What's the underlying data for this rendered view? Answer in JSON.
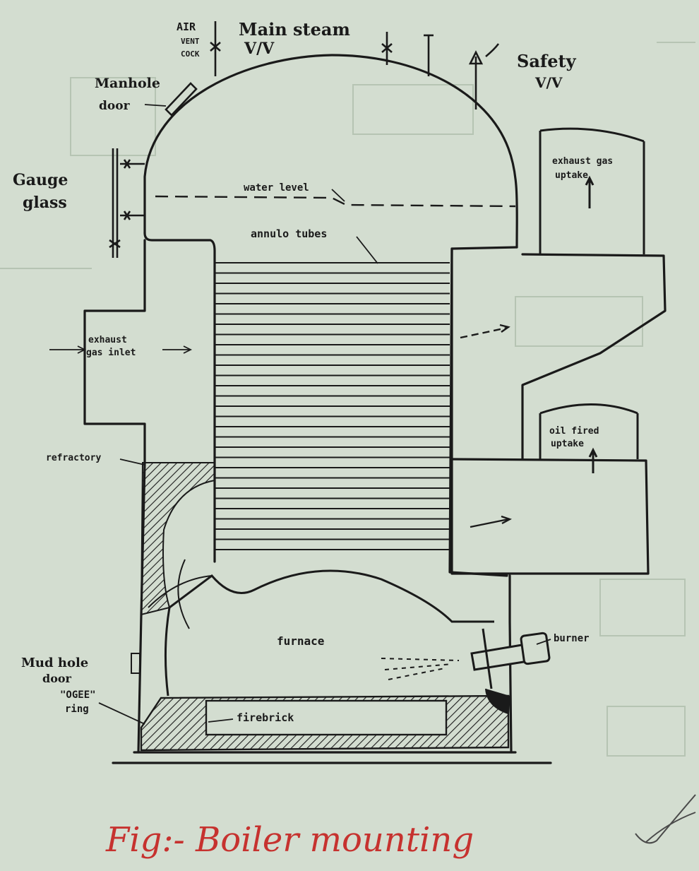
{
  "figure": {
    "caption": "Fig:- Boiler mounting"
  },
  "labels": {
    "air_vent_cock": [
      "AIR",
      "VENT",
      "COCK"
    ],
    "main_steam": [
      "Main steam",
      "V/V"
    ],
    "safety": [
      "Safety",
      "V/V"
    ],
    "manhole_door": [
      "Manhole",
      "door"
    ],
    "gauge_glass": [
      "Gauge",
      "glass"
    ],
    "water_level": "water level",
    "annulo_tubes": "annulo tubes",
    "exhaust_gas_uptake": [
      "exhaust gas",
      "uptake"
    ],
    "exhaust_gas_inlet": [
      "exhaust",
      "gas inlet"
    ],
    "oil_fired_uptake": [
      "oil fired",
      "uptake"
    ],
    "refractory": "refractory",
    "furnace": "furnace",
    "burner": "burner",
    "mud_hole_door": [
      "Mud hole",
      "door"
    ],
    "ogee_ring": [
      "\"OGEE\"",
      "ring"
    ],
    "firebrick": "firebrick"
  },
  "colors": {
    "paper": "#d3ddd0",
    "ink": "#1a1a1a",
    "caption": "#c6322f"
  }
}
